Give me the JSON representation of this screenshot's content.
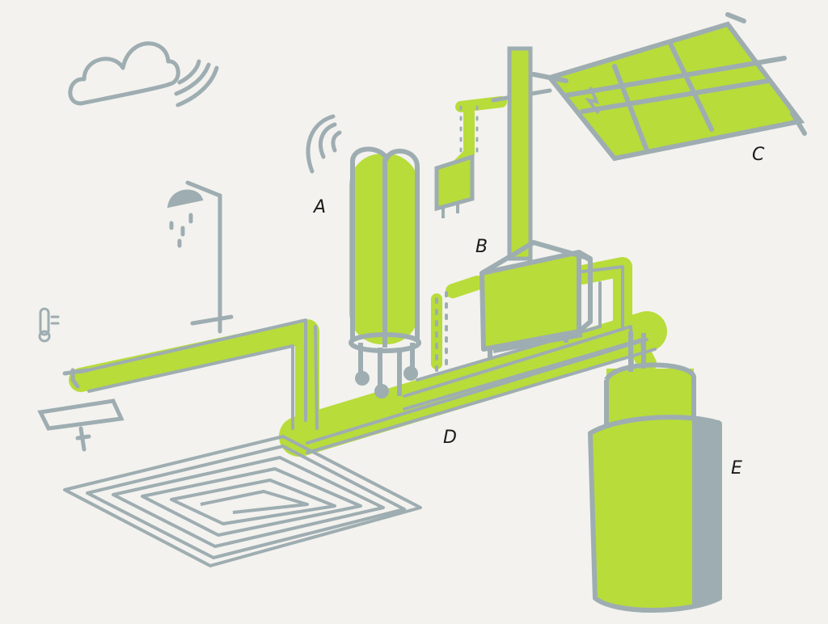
{
  "labels": {
    "A": "A",
    "B": "B",
    "C": "C",
    "D": "D",
    "E": "E"
  },
  "colors": {
    "background": "#f3f2ee",
    "lime": "#b8dc3a",
    "grey": "#9eadb1",
    "ink": "#1a1a1a"
  },
  "icons": [
    "cloud-icon",
    "wind-icon",
    "wifi-icon",
    "thermometer-icon",
    "lightning-icon",
    "shower-icon",
    "sink-icon"
  ]
}
